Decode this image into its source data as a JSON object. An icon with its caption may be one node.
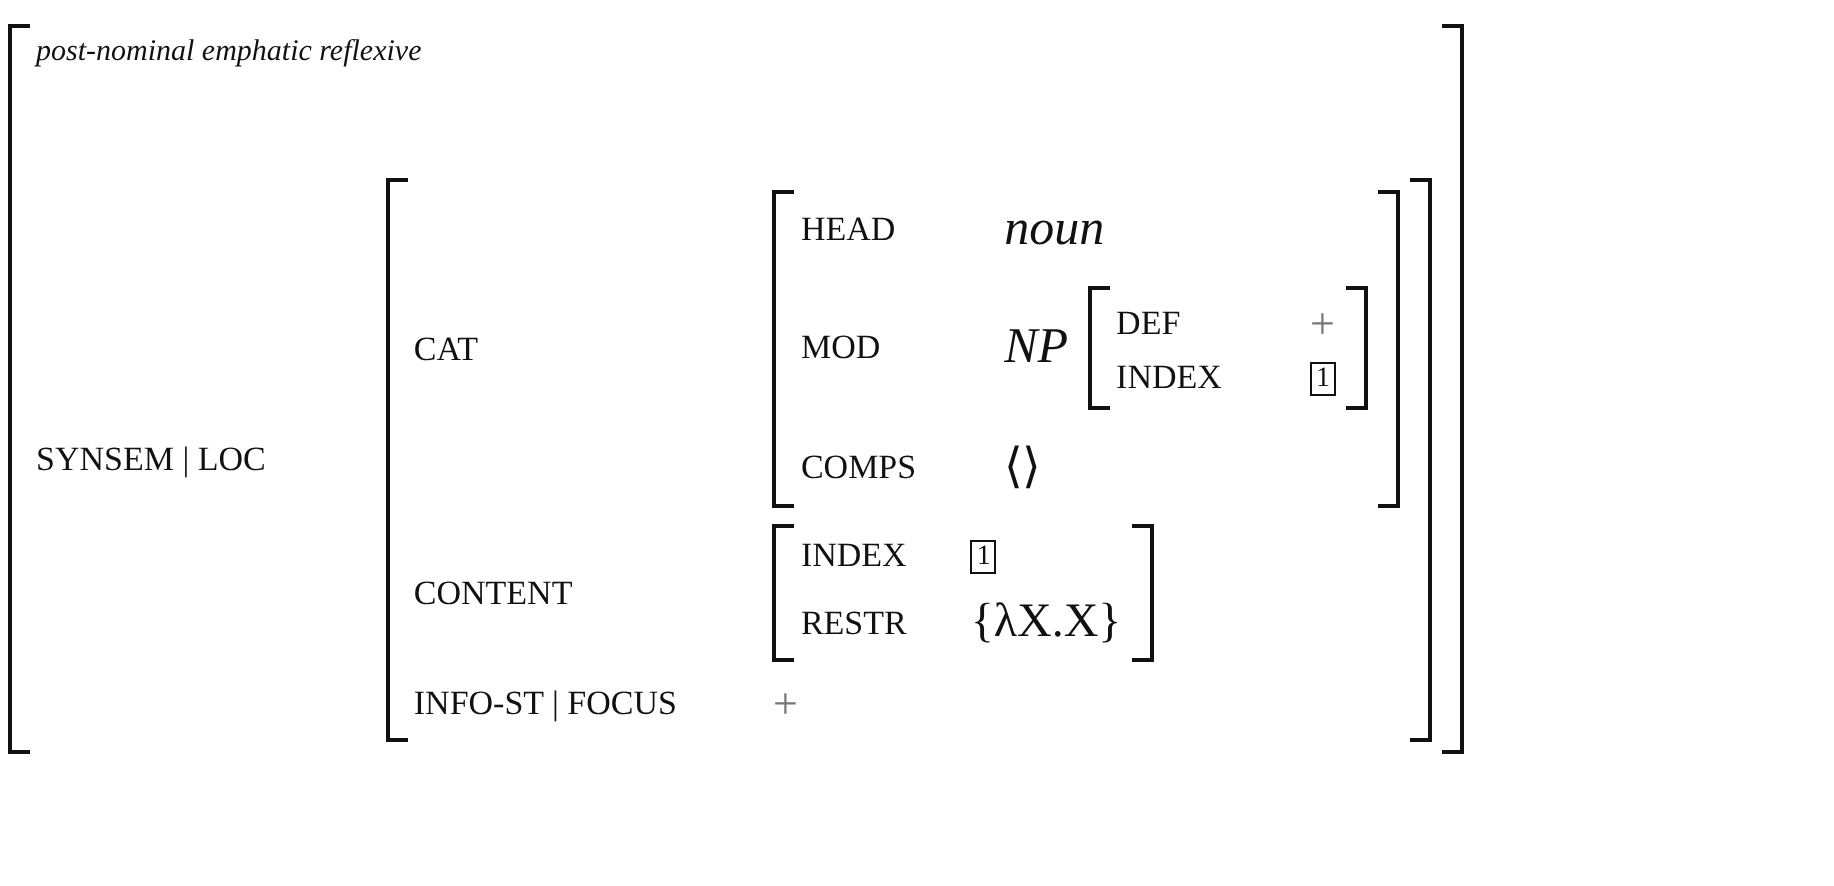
{
  "diagram": {
    "nodes": [
      {
        "text": [
          "post-nominal emphatic reflexive",
          "SYNSEM | LOC"
        ]
      },
      {
        "text": [
          "CAT",
          "CONTENT",
          "INFO-ST | FOCUS",
          "+"
        ],
        "in": 0
      },
      {
        "text": [
          "HEAD",
          "noun",
          "MOD",
          "NP",
          "COMPS",
          "⟨⟩"
        ],
        "in": 1
      },
      {
        "text": [
          "DEF",
          "+",
          "INDEX",
          "1"
        ],
        "in": 2
      },
      {
        "text": [
          "INDEX",
          "1",
          "RESTR",
          "{λX.X}"
        ],
        "in": 1
      }
    ]
  }
}
